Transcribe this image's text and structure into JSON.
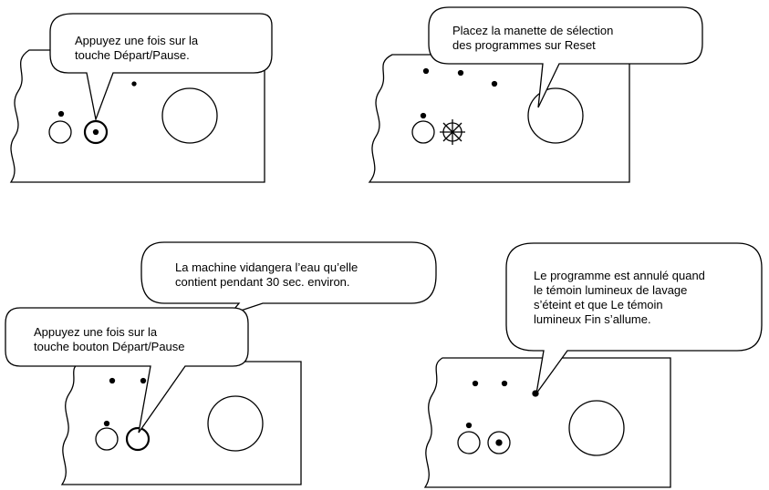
{
  "panels": [
    {
      "id": "step1",
      "callouts": [
        {
          "text": "Appuyez une fois sur la\ntouche Départ/Pause."
        }
      ]
    },
    {
      "id": "step2",
      "callouts": [
        {
          "text": "Placez la manette de sélection\ndes programmes sur Reset"
        }
      ]
    },
    {
      "id": "step3",
      "callouts": [
        {
          "text": "La machine vidangera l’eau qu’elle\ncontient pendant 30 sec. environ."
        },
        {
          "text": "Appuyez une fois sur la\ntouche bouton Départ/Pause"
        }
      ]
    },
    {
      "id": "step4",
      "callouts": [
        {
          "text": "Le programme est annulé quand\nle témoin lumineux de lavage\ns’éteint et que Le témoin\nlumineux Fin s’allume."
        }
      ]
    }
  ]
}
